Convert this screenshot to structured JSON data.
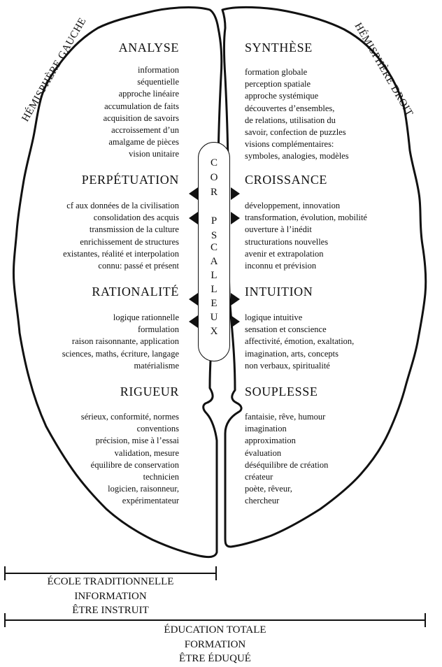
{
  "hemispheres": {
    "left": "HÉMISPHÈRE GAUCHE",
    "right": "HÉMISPHÈRE DROIT"
  },
  "left_sections": [
    {
      "title": "ANALYSE",
      "items": [
        "information",
        "séquentielle",
        "approche linéaire",
        "accumulation de faits",
        "acquisition de savoirs",
        "accroissement d’un",
        "amalgame de pièces",
        "vision unitaire"
      ]
    },
    {
      "title": "PERPÉTUATION",
      "items": [
        "cf aux données de la civilisation",
        "consolidation des acquis",
        "transmission de la culture",
        "enrichissement de structures",
        "existantes, réalité et interpolation",
        "connu: passé et présent"
      ]
    },
    {
      "title": "RATIONALITÉ",
      "items": [
        "logique rationnelle",
        "formulation",
        "raison raisonnante, application",
        "sciences, maths, écriture, langage",
        "matérialisme"
      ]
    },
    {
      "title": "RIGUEUR",
      "items": [
        "sérieux, conformité, normes",
        "conventions",
        "précision, mise à l’essai",
        "validation, mesure",
        "équilibre de conservation",
        "technicien",
        "logicien, raisonneur,",
        "expérimentateur"
      ]
    }
  ],
  "right_sections": [
    {
      "title": "SYNTHÈSE",
      "items": [
        "formation globale",
        "perception spatiale",
        "approche systémique",
        "découvertes d’ensembles,",
        "de relations, utilisation du",
        "savoir, confection de puzzles",
        "visions complémentaires:",
        "symboles, analogies, modèles"
      ]
    },
    {
      "title": "CROISSANCE",
      "items": [
        "développement, innovation",
        "transformation, évolution, mobilité",
        "ouverture à l’inédit",
        "structurations nouvelles",
        "avenir et extrapolation",
        "inconnu et prévision"
      ]
    },
    {
      "title": "INTUITION",
      "items": [
        "logique intuitive",
        "sensation et conscience",
        "affectivité, émotion, exaltation,",
        "imagination, arts, concepts",
        "non verbaux, spiritualité"
      ]
    },
    {
      "title": "SOUPLESSE",
      "items": [
        "fantaisie, rêve, humour",
        "imagination",
        "approximation",
        "évaluation",
        "déséquilibre de création",
        "créateur",
        "poète, rêveur,",
        "chercheur"
      ]
    }
  ],
  "corpus_callosum": {
    "letters": [
      "C",
      "O",
      "R",
      "P",
      "S",
      "C",
      "A",
      "L",
      "L",
      "E",
      "U",
      "X"
    ]
  },
  "footer": {
    "traditional": [
      "ÉCOLE TRADITIONNELLE",
      "INFORMATION",
      "ÊTRE INSTRUIT"
    ],
    "total": [
      "ÉDUCATION TOTALE",
      "FORMATION",
      "ÊTRE ÉDUQUÉ"
    ]
  }
}
